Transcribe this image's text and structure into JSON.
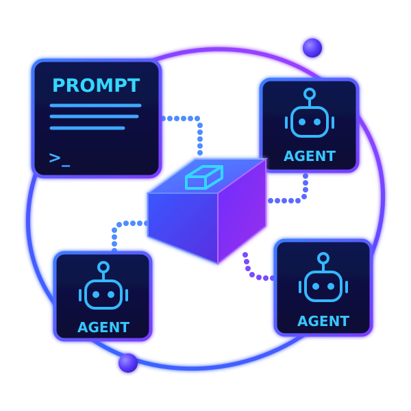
{
  "prompt_card": {
    "title": "PROMPT",
    "cursor": ">_"
  },
  "agents": [
    {
      "label": "AGENT",
      "icon": "robot-icon"
    },
    {
      "label": "AGENT",
      "icon": "robot-icon"
    },
    {
      "label": "AGENT",
      "icon": "robot-icon"
    }
  ],
  "hub": {
    "icon": "cube-icon"
  },
  "colors": {
    "card_bg": "#0b1140",
    "card_border": "#3b5bff",
    "text_cyan": "#35d6ff",
    "ring_blue": "#2f6dff",
    "ring_purple": "#a93cff",
    "cube_front": "#3f2bdf",
    "cube_side": "#6a2bff",
    "cube_top": "#3f6bff"
  }
}
